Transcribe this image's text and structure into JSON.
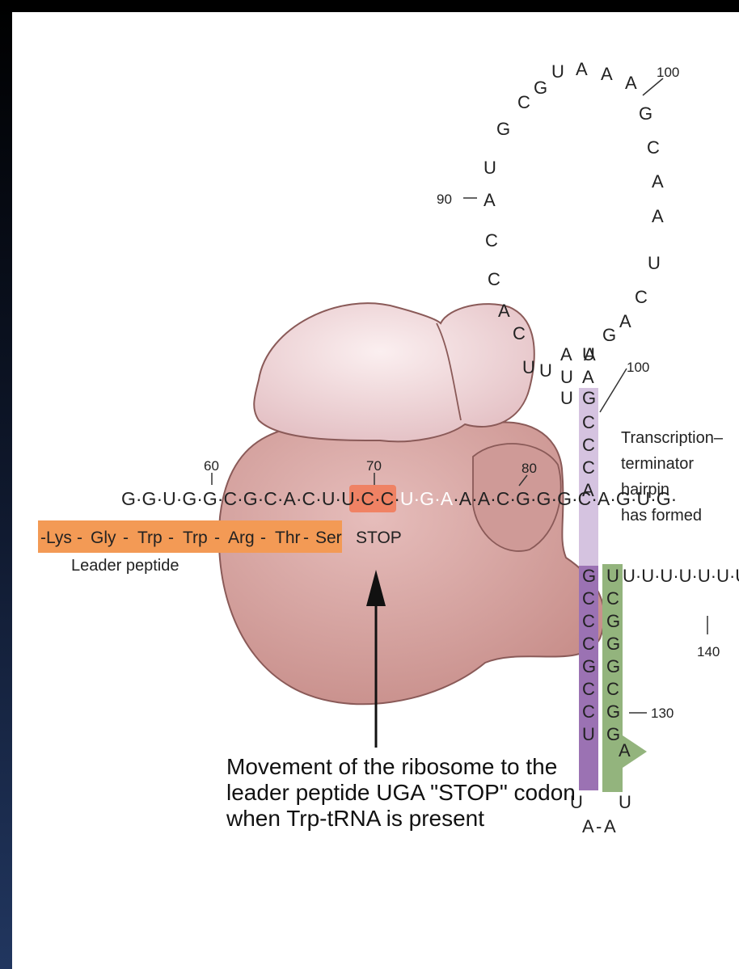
{
  "leader_sequence": "G·G·U·G·G·C·G·C·A·C·U·U·C·C·",
  "stop_codon": "U·G·A",
  "downstream_sequence": "·A·A·C·G·G·G·C·A·G·U·G·",
  "positions": {
    "p60": "60",
    "p70": "70",
    "p80": "80",
    "p90": "90",
    "p100_loop": "100",
    "p100_stem": "100",
    "p130": "130",
    "p140": "140"
  },
  "peptide": {
    "residues": [
      "-Lys",
      "-",
      "Gly",
      "-",
      "Trp",
      "-",
      "Trp",
      "-",
      "Arg",
      "-",
      "Thr",
      "-",
      "Ser"
    ],
    "stop": "STOP",
    "label": "Leader peptide"
  },
  "loop_bases": [
    "U",
    "U",
    "C",
    "A",
    "C",
    "C",
    "A",
    "U",
    "G",
    "C",
    "G",
    "U",
    "A",
    "A",
    "A",
    "G",
    "C",
    "A",
    "A",
    "U",
    "C",
    "A",
    "G",
    "A"
  ],
  "stem_left": [
    "A",
    "U",
    "U"
  ],
  "stem_right": [
    "U",
    "A",
    "G"
  ],
  "stem_left_purple": [
    "C",
    "C",
    "C",
    "A",
    "G",
    "C",
    "C",
    "C",
    "G",
    "C",
    "C",
    "U"
  ],
  "stem_right_green": [
    "U",
    "C",
    "G",
    "G",
    "G",
    "C",
    "G",
    "G",
    "A"
  ],
  "tail": "U·U·U·U·U·U·U",
  "bottom_loop": {
    "left": "U",
    "a1": "A",
    "dash": "-",
    "a2": "A",
    "right": "U"
  },
  "terminator_label": [
    "Transcription–",
    "terminator",
    "hairpin",
    "has formed"
  ],
  "caption": [
    "Movement of the ribosome to the",
    "leader peptide UGA  \"STOP\" codon",
    "when Trp-tRNA is present"
  ],
  "colors": {
    "ribosome_large": "#d6a3a0",
    "ribosome_small": "#f0d6d8",
    "peptide": "#f39a55",
    "stop_highlight": "#f17c5b",
    "purple_light": "#d5c3e0",
    "purple": "#9b72b3",
    "green": "#93b47d"
  }
}
